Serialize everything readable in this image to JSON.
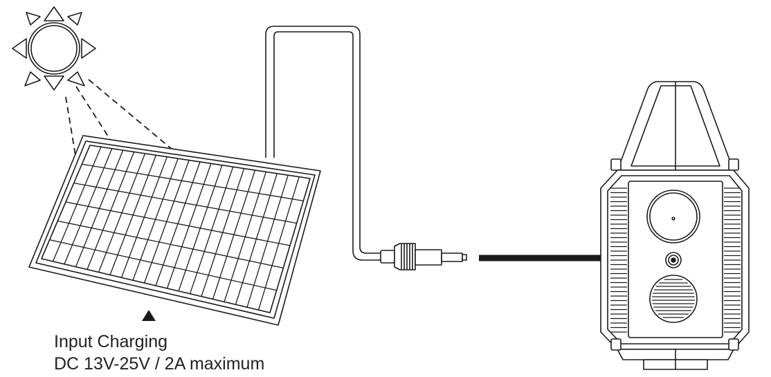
{
  "caption": {
    "line1": "Input Charging",
    "line2": "DC 13V-25V / 2A maximum"
  },
  "colors": {
    "stroke": "#1a1a1a",
    "background": "#ffffff"
  },
  "icons": {
    "sun": "sun-icon",
    "panel": "solar-panel",
    "cable": "dc-cable",
    "connector": "dc-plug",
    "station": "portable-power-station"
  }
}
